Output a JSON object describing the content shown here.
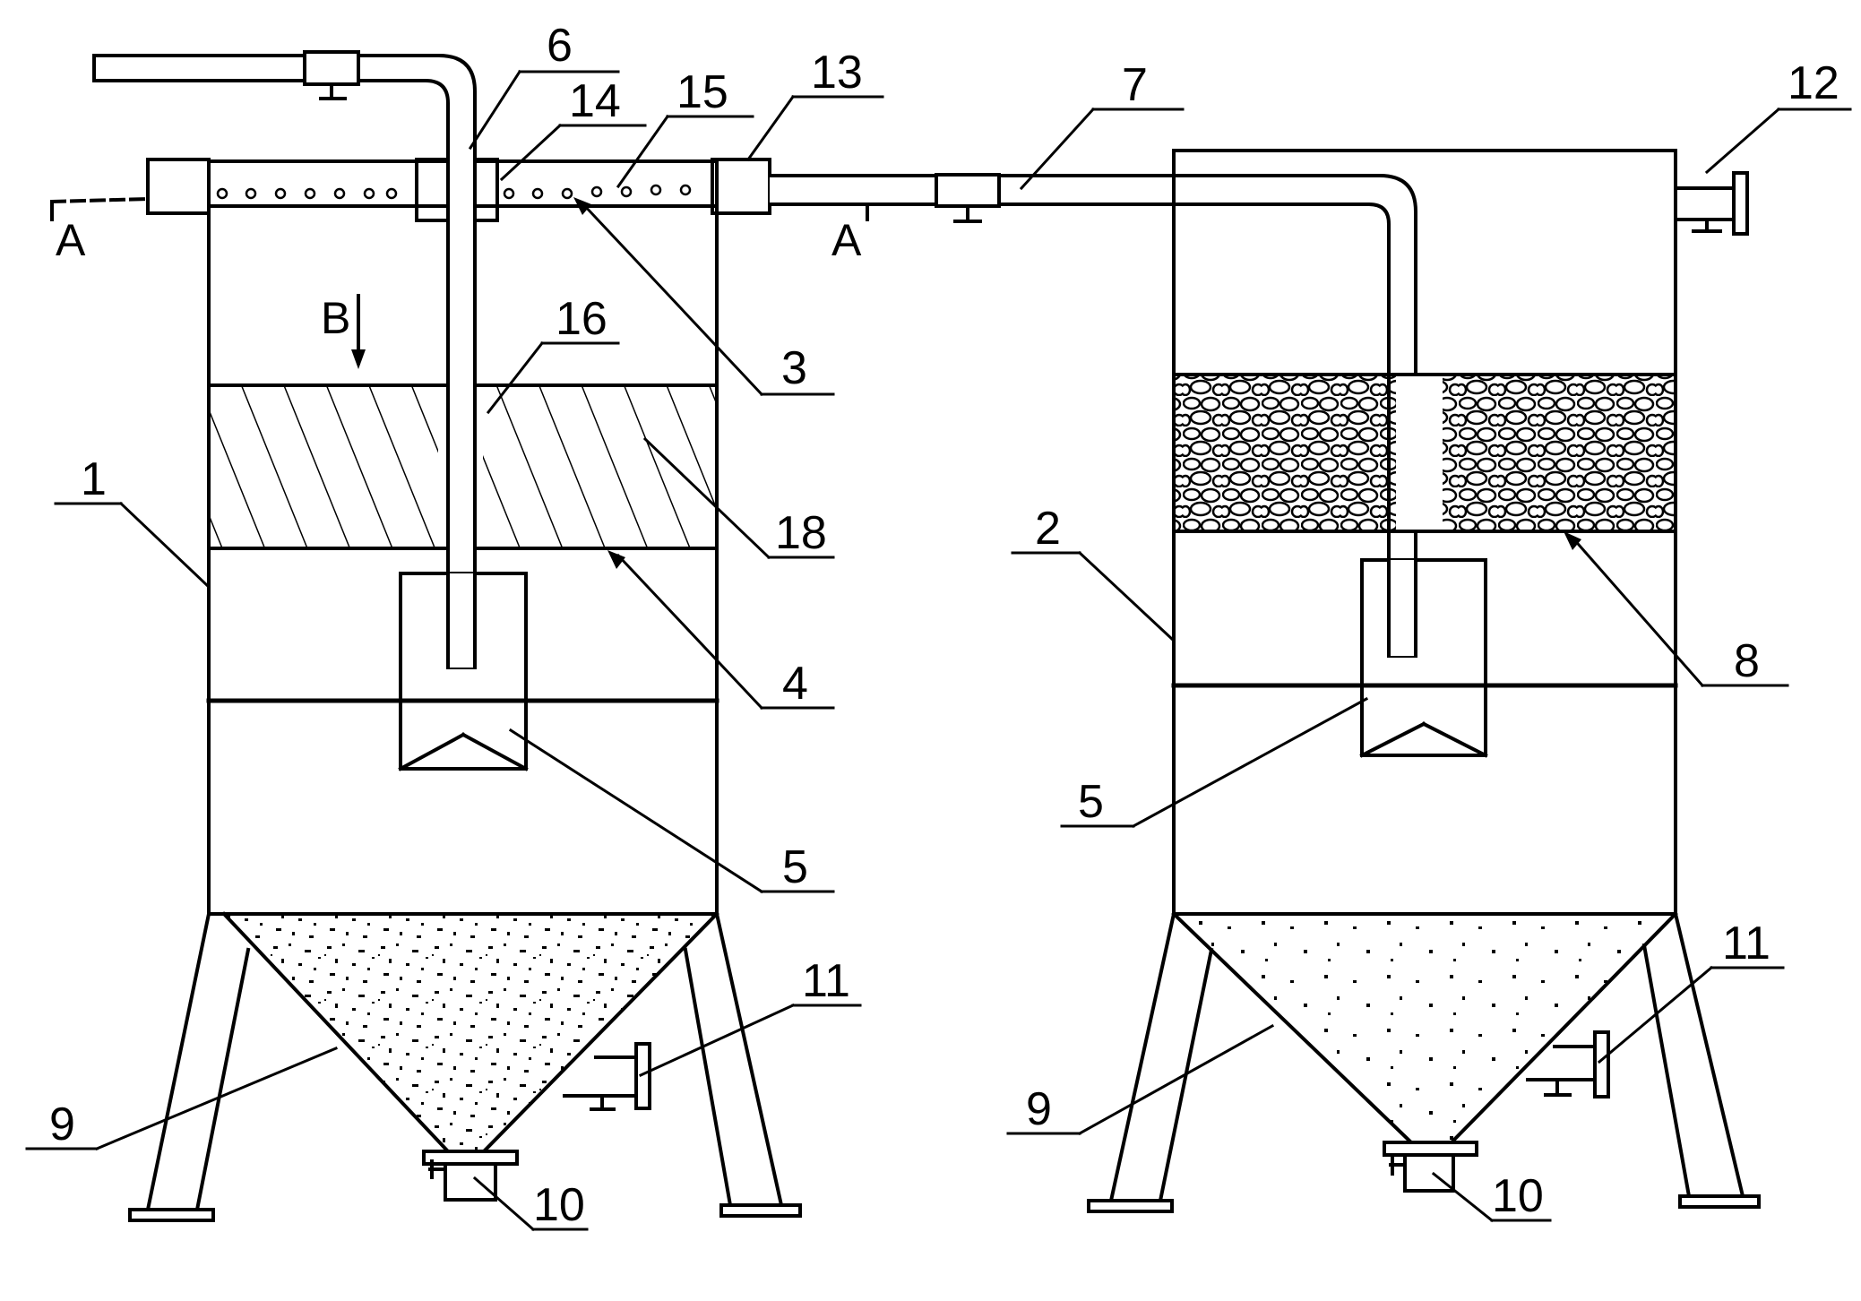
{
  "diagram": {
    "labels": {
      "l1": "1",
      "l2": "2",
      "l3": "3",
      "l4": "4",
      "l5a": "5",
      "l5b": "5",
      "l6": "6",
      "l7": "7",
      "l8": "8",
      "l9a": "9",
      "l9b": "9",
      "l10a": "10",
      "l10b": "10",
      "l11a": "11",
      "l11b": "11",
      "l12": "12",
      "l13": "13",
      "l14": "14",
      "l15": "15",
      "l16": "16",
      "l18": "18"
    },
    "section_marks": {
      "a_left": "A",
      "a_right": "A",
      "b": "B"
    },
    "colors": {
      "line": "#000000",
      "background": "#ffffff"
    }
  }
}
